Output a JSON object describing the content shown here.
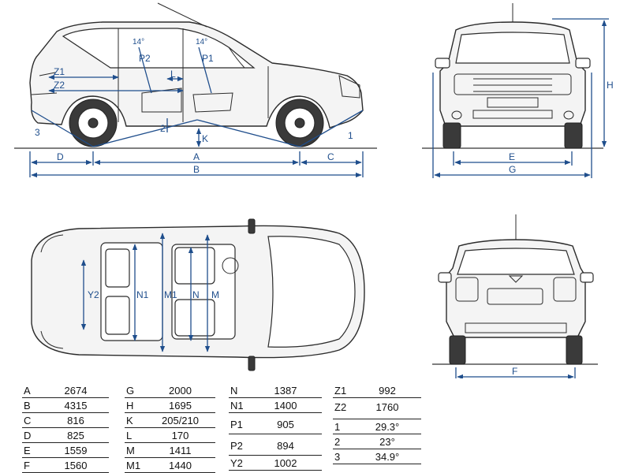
{
  "side_view": {
    "labels": {
      "A": "A",
      "B": "B",
      "C": "C",
      "D": "D",
      "K": "K",
      "L": "L",
      "Z1": "Z1",
      "Z2": "Z2",
      "P1": "P1",
      "P2": "P2",
      "a1": "1",
      "a2": "2",
      "a3": "3",
      "h1": "14°",
      "h2": "14°"
    }
  },
  "front_view": {
    "labels": {
      "E": "E",
      "G": "G",
      "H": "H"
    }
  },
  "top_view": {
    "labels": {
      "Y2": "Y2",
      "N1": "N1",
      "M1": "M1",
      "N": "N",
      "M": "M"
    }
  },
  "rear_view": {
    "labels": {
      "F": "F"
    }
  },
  "specs": {
    "columns": [
      [
        {
          "k": "A",
          "v": "2674"
        },
        {
          "k": "B",
          "v": "4315"
        },
        {
          "k": "C",
          "v": "816"
        },
        {
          "k": "D",
          "v": "825"
        },
        {
          "k": "E",
          "v": "1559"
        },
        {
          "k": "F",
          "v": "1560"
        }
      ],
      [
        {
          "k": "G",
          "v": "2000"
        },
        {
          "k": "H",
          "v": "1695"
        },
        {
          "k": "K",
          "v": "205/210"
        },
        {
          "k": "L",
          "v": "170"
        },
        {
          "k": "M",
          "v": "1411"
        },
        {
          "k": "M1",
          "v": "1440"
        }
      ],
      [
        {
          "k": "N",
          "v": "1387"
        },
        {
          "k": "N1",
          "v": "1400"
        },
        {
          "k": "P1",
          "v": "905"
        },
        {
          "k": "P2",
          "v": "894"
        },
        {
          "k": "Y2",
          "v": "1002"
        }
      ],
      [
        {
          "k": "Z1",
          "v": "992"
        },
        {
          "k": "Z2",
          "v": "1760"
        },
        {
          "k": "1",
          "v": "29.3°"
        },
        {
          "k": "2",
          "v": "23°"
        },
        {
          "k": "3",
          "v": "34.9°"
        }
      ]
    ]
  },
  "colors": {
    "dimension": "#1f4e8c",
    "outline": "#2b2b2b"
  }
}
